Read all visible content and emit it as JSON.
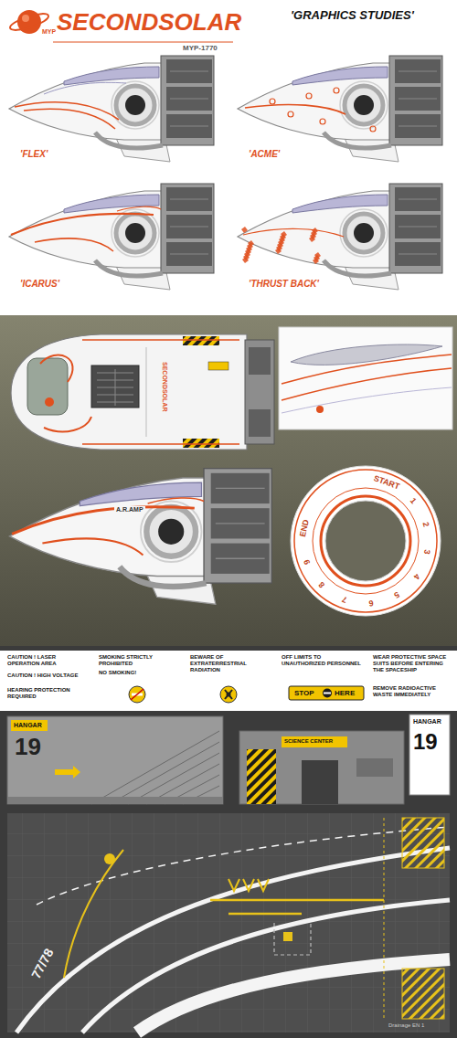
{
  "diagram": {
    "title": "'GRAPHICS STUDIES'",
    "labels": [
      "MYP",
      "SECONDSOLAR",
      "MYP-1770",
      "'FLEX'",
      "'ACME'",
      "'ICARUS'",
      "'THRUST BACK'",
      "SECONDSOLAR",
      "A.R.AMP",
      "START",
      "1",
      "2",
      "3",
      "4",
      "5",
      "6",
      "7",
      "8",
      "9",
      "END",
      "CAUTION ! LASER OPERATION AREA",
      "CAUTION ! HIGH VOLTAGE",
      "HEARING PROTECTION REQUIRED",
      "SMOKING STRICTLY PROHIBITED",
      "NO SMOKING!",
      "BEWARE OF EXTRATERRESTRIAL RADIATION",
      "OFF LIMITS TO UNAUTHORIZED PERSONNEL",
      "STOP",
      "HERE",
      "WEAR PROTECTIVE SPACE SUITS BEFORE ENTERING THE SPACESHIP",
      "REMOVE RADIOACTIVE WASTE IMMEDIATELY",
      "HANGAR",
      "19",
      "SCIENCE CENTER",
      "HANGAR",
      "19",
      "77/78",
      "Drainage EN 1"
    ]
  }
}
